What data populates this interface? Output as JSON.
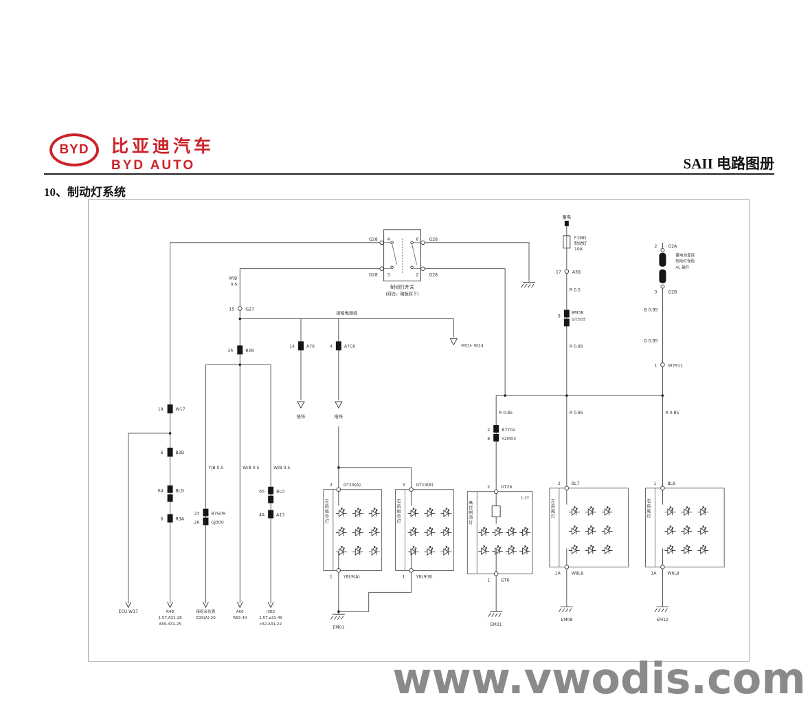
{
  "header": {
    "logo": "BYD",
    "brand_cn": "比亚迪汽车",
    "brand_en": "BYD AUTO",
    "manual_title": "SAII 电路图册"
  },
  "section_title": "10、制动灯系统",
  "watermark": "www.vwodis.com",
  "colors": {
    "brand_red": "#cc2229",
    "watermark_gray": "#8a8a8a",
    "wire": "#444444"
  },
  "diagram": {
    "switch": {
      "caption1": "制动灯开关",
      "caption2": "(踩合，踏板踩下)",
      "pin_tl": "G28",
      "num_tl": "4",
      "pin_tr": "G28",
      "num_tr": "6",
      "pin_bl": "G28",
      "num_bl": "3",
      "pin_br": "G28",
      "num_br": "2"
    },
    "battery": {
      "label": "蓄电",
      "fuse_l1": "F1MD",
      "fuse_l2": "制动灯",
      "fuse_l3": "10A",
      "conn1_pin": "17",
      "conn1_name": "A3B",
      "wire1": "R 0.5",
      "conn2_pin": "9",
      "conn2_l1": "BM38",
      "conn2_l2": "GT303",
      "wire2": "R 0.85",
      "branch_wire": "R 0.85"
    },
    "fuslink": {
      "pin_top": "2",
      "name_top": "G2A",
      "note1": "蓄电池直连",
      "note2": "制动灯保险",
      "note3": "AL 插件",
      "pin_bot": "3",
      "name_bot": "G2B",
      "wire1": "B 0.85",
      "wire2": "G 0.85",
      "conn_pin": "1",
      "conn_name": "W7911",
      "branch_wire": "R 0.85"
    },
    "bus": {
      "label": "接暗电源线",
      "conn_pin": "15",
      "conn_name": "G27",
      "mcu_ground": "MCU- W14",
      "drop2_pin": "14",
      "drop2_name": "A76",
      "drop2_ground": "搭铁",
      "drop3_pin": "4",
      "drop3_name": "A7C6",
      "drop3_ground": "搭铁"
    },
    "left_col": {
      "conn1_pin": "19",
      "conn1_name": "W17",
      "conn2_pin": "6",
      "conn2_name": "B2B",
      "conn3_pin": "64",
      "conn3_name": "BLD",
      "conn4_pin": "6",
      "conn4_name": "R3A",
      "ref_l1": "R4B",
      "ref_l2": "1.57.A31-28",
      "ref_l3": "A89-431-25",
      "ecu_ref": "ECU.W17"
    },
    "mid1": {
      "wire": "Y/B 0.5",
      "conn_pin1": "23",
      "conn_l1": "B7G09",
      "conn_pin2": "26",
      "conn_l2": "GJ300",
      "ref_l1": "接组合仪表",
      "ref_l2": "G39(A)-20"
    },
    "mid2": {
      "wire_top_l1": "W/B",
      "wire_top_l2": "0.5",
      "conn_pin": "26",
      "conn_name": "B2B",
      "wire": "W/B 0.5",
      "ref_l1": "A66",
      "ref_l2": "R63-40"
    },
    "mid3": {
      "wire": "W/B 0.5",
      "conn1_pin": "65",
      "conn1_name": "BLD",
      "conn2_pin": "4A",
      "conn2_name": "A13",
      "ref_l1": "I3B2",
      "ref_l2": "1.57.a31-49",
      "ref_l3": "c32.A31-22"
    },
    "branch_mid": {
      "wire_above": "R 0.85",
      "conn_pin1": "2",
      "conn_l1": "B7Y02",
      "conn_pin2": "8",
      "conn_l2": "Y2M03"
    },
    "lamps": [
      {
        "caption": "左后组合灯",
        "top_pin": "3",
        "top_name": "GT19(A)",
        "bot_pin": "1",
        "bot_name": "Y8L9(A)"
      },
      {
        "caption": "右后组合灯",
        "top_pin": "3",
        "top_name": "GT19(B)",
        "bot_pin": "1",
        "bot_name": "Y8L9(B)"
      },
      {
        "caption": "高位制动灯",
        "note": "1.2Y",
        "top_pin": "2",
        "top_name": "GT26",
        "bot_pin": "1",
        "bot_name": "GT6"
      },
      {
        "caption": "左后尾灯",
        "top_pin": "2",
        "top_name": "BL7",
        "bot_pin": "1A",
        "bot_name": "W8L8"
      },
      {
        "caption": "右后尾灯",
        "top_pin": "1",
        "top_name": "BL8",
        "bot_pin": "1A",
        "bot_name": "W6L8"
      }
    ],
    "grounds": [
      "EM01",
      "EM31",
      "EM08",
      "EM12"
    ]
  }
}
